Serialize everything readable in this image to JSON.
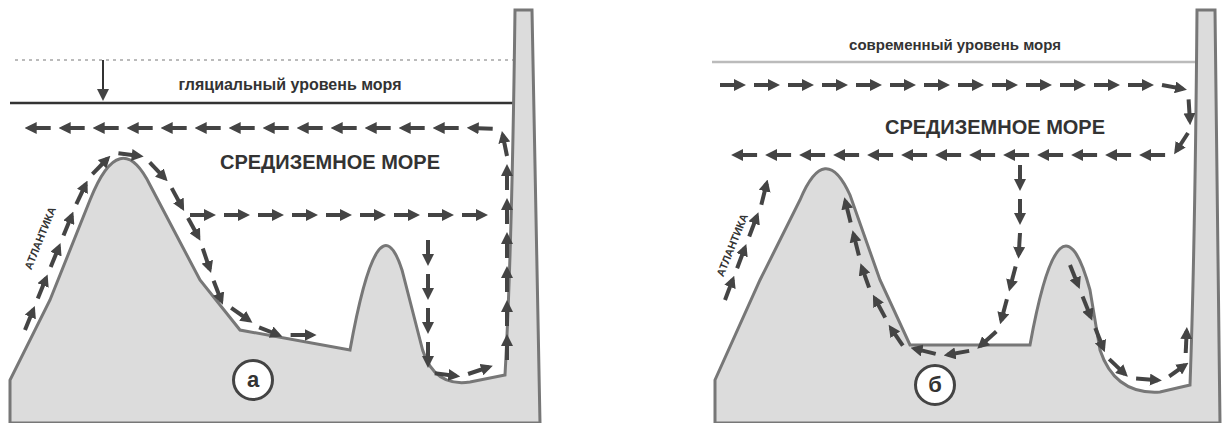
{
  "diagram": {
    "nodes": [
      {
        "text": [
          "а"
        ]
      },
      {
        "text": [
          "б"
        ]
      }
    ],
    "labels": [
      "гляциальный уровень моря",
      "СРЕДИЗЕМНОЕ МОРЕ",
      "АТЛАНТИКА",
      "современный уровень моря",
      "СРЕДИЗЕМНОЕ МОРЕ",
      "АТЛАНТИКА"
    ]
  }
}
